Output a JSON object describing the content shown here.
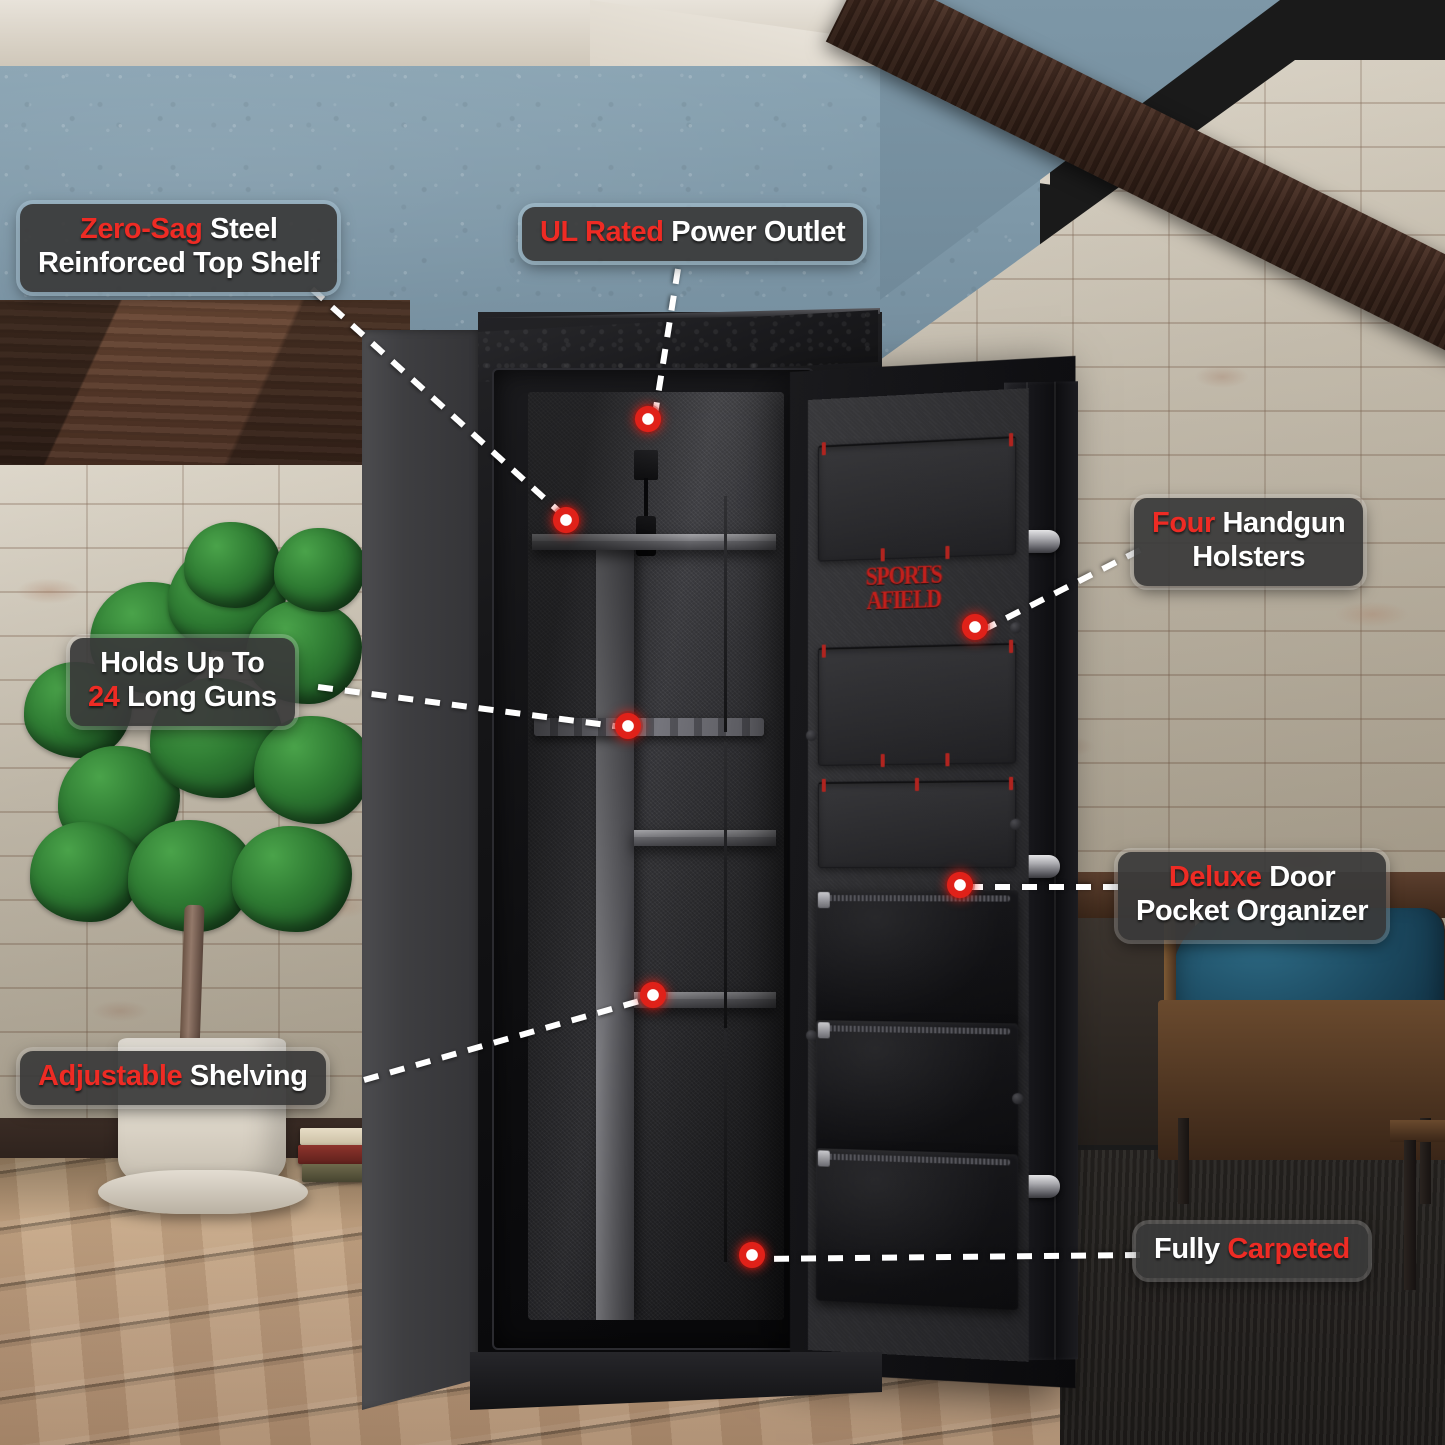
{
  "scene": {
    "type": "product-feature-infographic",
    "product": "gun safe",
    "brand_logo_text": "SPORTS AFIELD",
    "background": {
      "wall_color": "#7e98a8",
      "ceiling_color": "#ddd6ca",
      "brick_color": "#c6bdac",
      "beam_color": "#3a241b",
      "floor_color": "#b5967a",
      "chair_color": "#1d4c63",
      "plant_color": "#2f7c33"
    },
    "accent_color": "#ee2b24",
    "callout_bg": "#3a3a3a",
    "hotspot_color": "#e02119"
  },
  "callouts": [
    {
      "id": "zero-sag-top-shelf",
      "lines": [
        [
          {
            "t": "Zero-Sag ",
            "hl": true
          },
          {
            "t": "Steel",
            "hl": false
          }
        ],
        [
          {
            "t": "Reinforced Top Shelf",
            "hl": false
          }
        ]
      ]
    },
    {
      "id": "ul-rated-power-outlet",
      "lines": [
        [
          {
            "t": "UL Rated ",
            "hl": true
          },
          {
            "t": "Power Outlet",
            "hl": false
          }
        ]
      ]
    },
    {
      "id": "four-handgun-holsters",
      "lines": [
        [
          {
            "t": "Four ",
            "hl": true
          },
          {
            "t": "Handgun",
            "hl": false
          }
        ],
        [
          {
            "t": "Holsters",
            "hl": false
          }
        ]
      ]
    },
    {
      "id": "holds-up-to-24-long-guns",
      "lines": [
        [
          {
            "t": "Holds Up To",
            "hl": false
          }
        ],
        [
          {
            "t": "24 ",
            "hl": true
          },
          {
            "t": "Long Guns",
            "hl": false
          }
        ]
      ]
    },
    {
      "id": "deluxe-door-pocket-organizer",
      "lines": [
        [
          {
            "t": "Deluxe ",
            "hl": true
          },
          {
            "t": "Door",
            "hl": false
          }
        ],
        [
          {
            "t": "Pocket Organizer",
            "hl": false
          }
        ]
      ]
    },
    {
      "id": "adjustable-shelving",
      "lines": [
        [
          {
            "t": "Adjustable ",
            "hl": true
          },
          {
            "t": "Shelving",
            "hl": false
          }
        ]
      ]
    },
    {
      "id": "fully-carpeted",
      "lines": [
        [
          {
            "t": "Fully ",
            "hl": false
          },
          {
            "t": "Carpeted",
            "hl": true
          }
        ]
      ]
    }
  ]
}
